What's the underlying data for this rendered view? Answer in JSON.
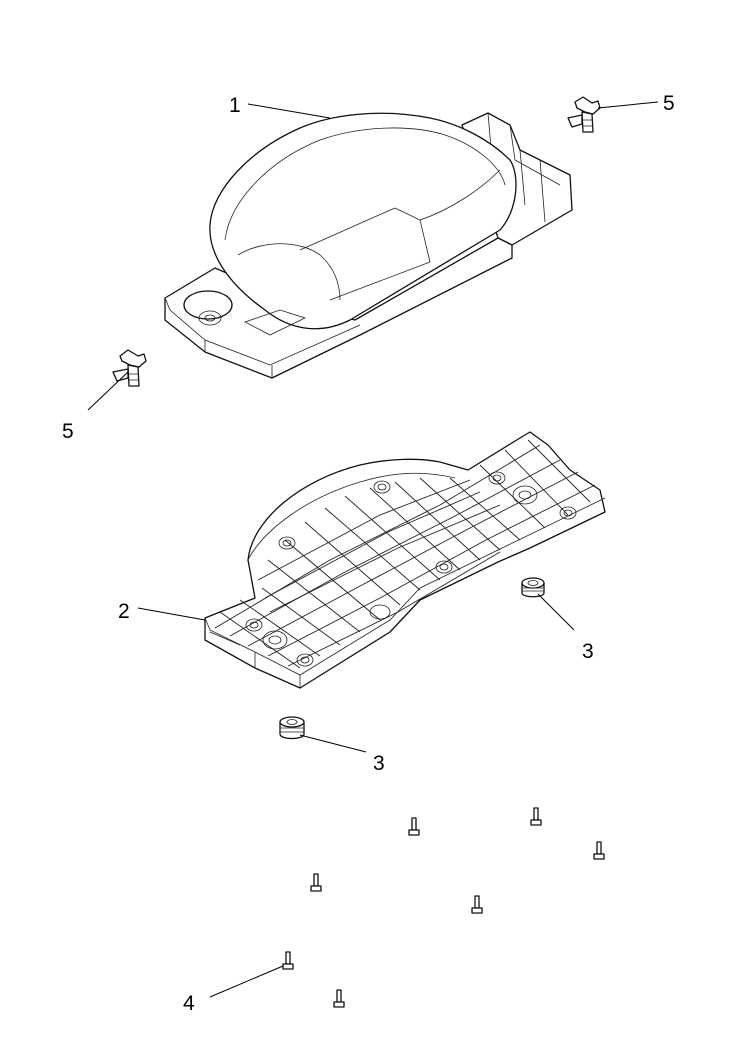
{
  "callouts": {
    "c1": "1",
    "c2": "2",
    "c3a": "3",
    "c3b": "3",
    "c4": "4",
    "c5a": "5",
    "c5b": "5"
  }
}
